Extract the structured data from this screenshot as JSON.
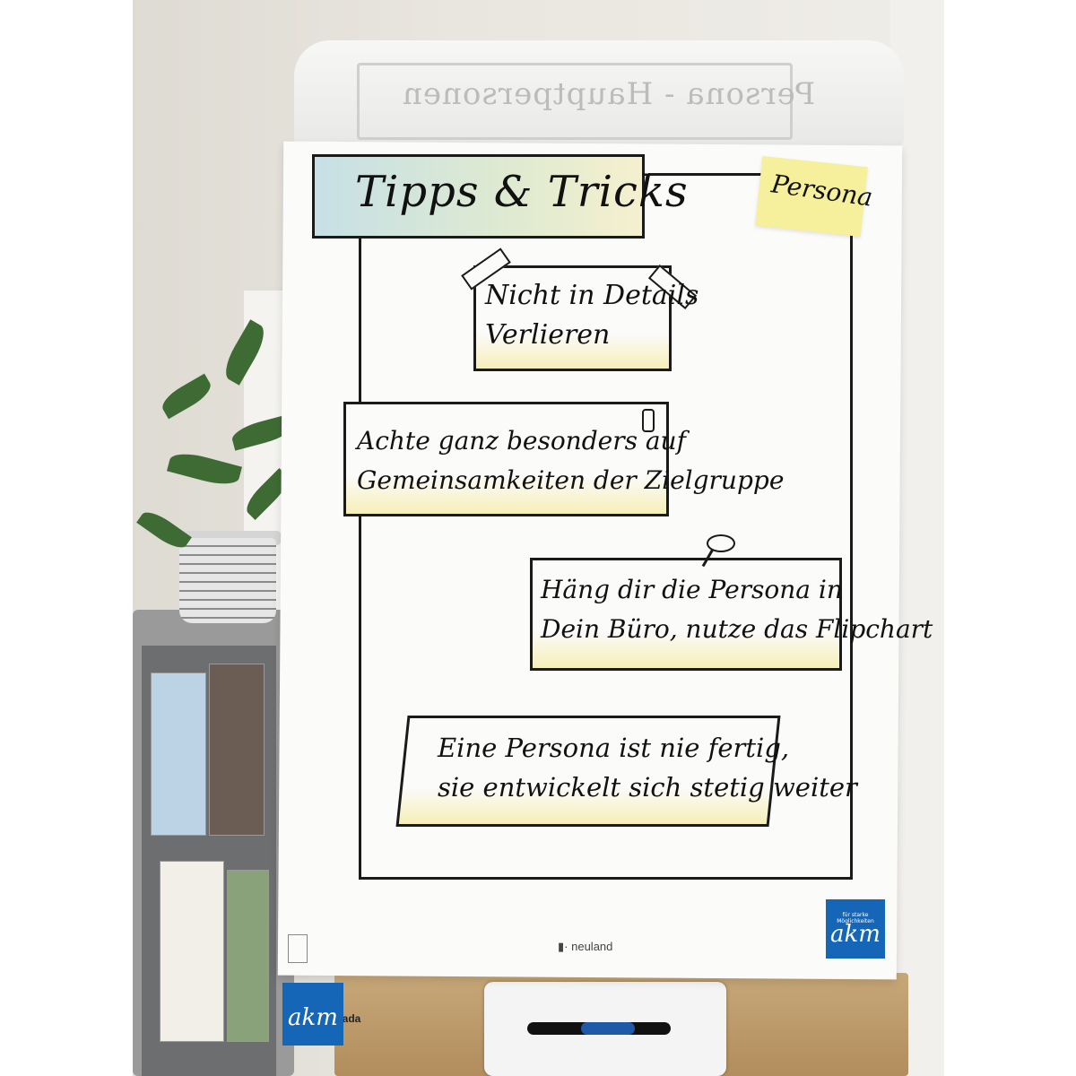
{
  "flipchart": {
    "title": "Tipps & Tricks",
    "tag": "Persona",
    "ghost_text": "Persona - Hauptpersonen",
    "notes": [
      {
        "line1": "Nicht in Details",
        "line2": "Verlieren"
      },
      {
        "line1": "Achte ganz besonders auf",
        "line2": "Gemeinsamkeiten der Zielgruppe"
      },
      {
        "line1": "Häng dir die Persona in",
        "line2": "Dein Büro, nutze das Flipchart"
      },
      {
        "line1": "Eine Persona ist nie fertig,",
        "line2": "sie entwickelt sich stetig weiter"
      }
    ]
  },
  "branding": {
    "paper_brand": "neuland",
    "logo": "akm",
    "logo_sub": "für starke Möglichkeiten",
    "stand_brand": "cada"
  },
  "colors": {
    "postit_yellow": "#f6ef9b",
    "logo_blue": "#1566b6",
    "title_gradient_start": "#c7e0e6",
    "marker_black": "#1a1a1a"
  }
}
